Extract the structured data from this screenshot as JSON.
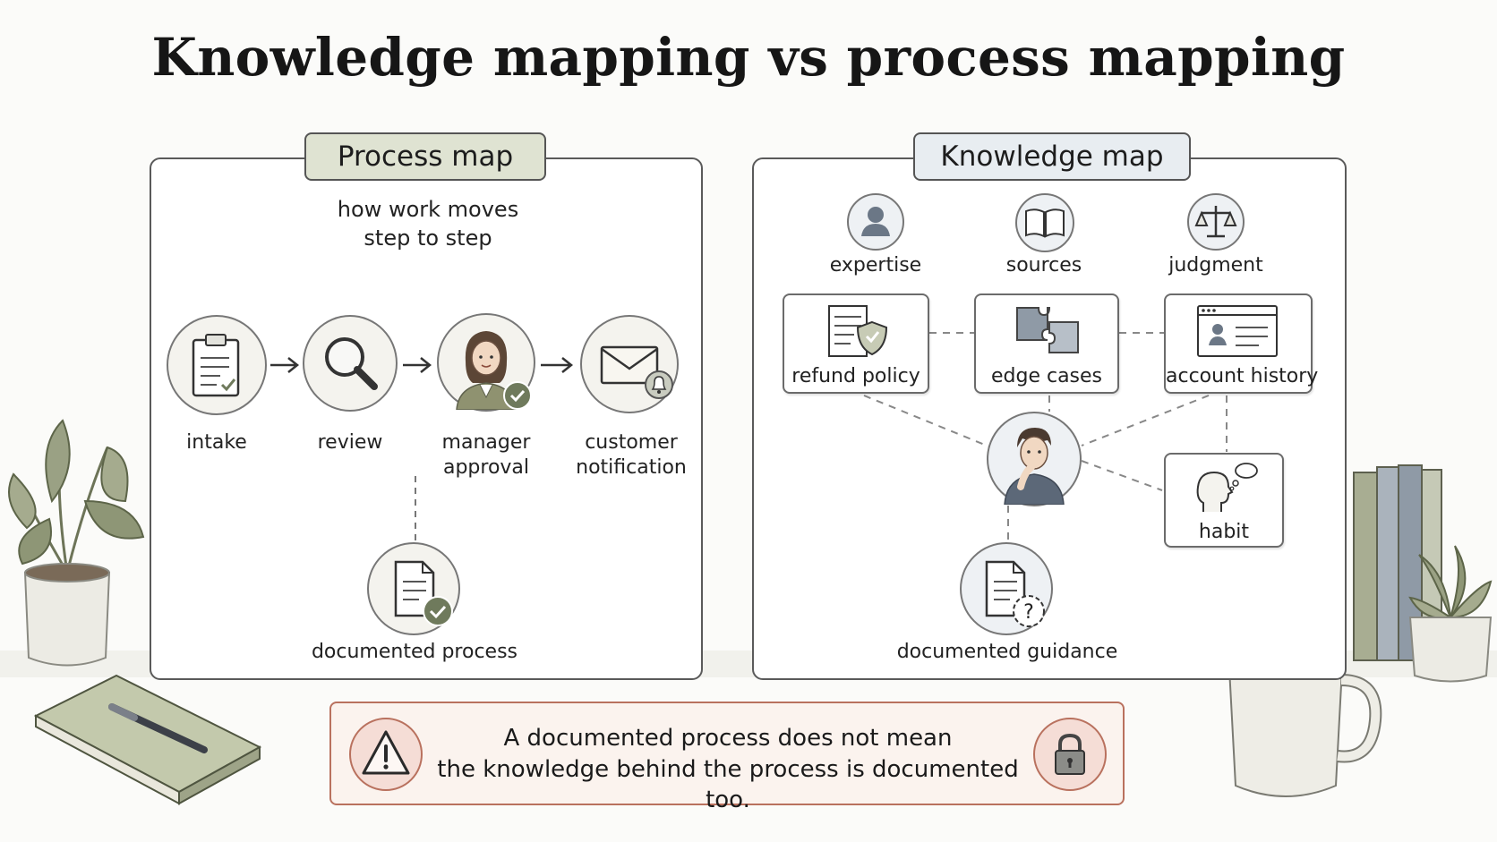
{
  "title": "Knowledge mapping vs process mapping",
  "process_map": {
    "tab_label": "Process map",
    "subtitle_line1": "how work moves",
    "subtitle_line2": "step to step",
    "steps": [
      {
        "label": "intake",
        "icon": "clipboard-icon"
      },
      {
        "label": "review",
        "icon": "magnifier-icon"
      },
      {
        "label_line1": "manager",
        "label_line2": "approval",
        "icon": "manager-icon"
      },
      {
        "label_line1": "customer",
        "label_line2": "notification",
        "icon": "envelope-icon"
      }
    ],
    "documented": {
      "label": "documented process",
      "icon": "document-check-icon"
    }
  },
  "knowledge_map": {
    "tab_label": "Knowledge map",
    "top_items": [
      {
        "label": "expertise",
        "icon": "person-icon"
      },
      {
        "label": "sources",
        "icon": "book-icon"
      },
      {
        "label": "judgment",
        "icon": "scales-icon"
      }
    ],
    "boxes": [
      {
        "label": "refund policy",
        "icon": "policy-shield-icon"
      },
      {
        "label": "edge cases",
        "icon": "puzzle-icon"
      },
      {
        "label": "account history",
        "icon": "account-window-icon"
      },
      {
        "label": "habit",
        "icon": "thinking-head-icon"
      }
    ],
    "center_icon": "thinking-person-icon",
    "documented": {
      "label": "documented guidance",
      "icon": "document-question-icon"
    }
  },
  "warning": {
    "line1": "A documented process does not mean",
    "line2": "the knowledge behind the process is documented too.",
    "left_icon": "warning-icon",
    "right_icon": "padlock-icon"
  },
  "colors": {
    "process_tab": "#dfe3d2",
    "knowledge_tab": "#e8edf1",
    "check_badge": "#6f7a5c",
    "warning_border": "#b9715e",
    "warning_fill": "#fbf3ee"
  }
}
